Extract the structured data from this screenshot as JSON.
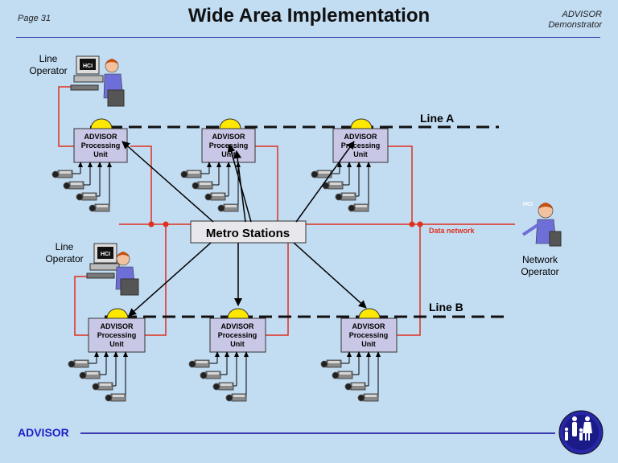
{
  "header": {
    "page_label": "Page 31",
    "title": "Wide Area  Implementation",
    "brand_line1": "ADVISOR",
    "brand_line2": "Demonstrator"
  },
  "footer": {
    "brand": "ADVISOR"
  },
  "diagram": {
    "line_a": "Line A",
    "line_b": "Line B",
    "hub": "Metro Stations",
    "data_network": "Data network",
    "unit_lines": [
      "ADVISOR",
      "Processing",
      "Unit"
    ],
    "hci": "HCI",
    "operator_top": [
      "Line",
      "Operator"
    ],
    "operator_mid": [
      "Line",
      "Operator"
    ],
    "operator_right": [
      "Network",
      "Operator"
    ]
  },
  "colors": {
    "background": "#c2dcf2",
    "network_red": "#e0301e",
    "rule_blue": "#3b3bb0",
    "unit_fill": "#c9c7e6",
    "dome_yellow": "#ffe800"
  }
}
